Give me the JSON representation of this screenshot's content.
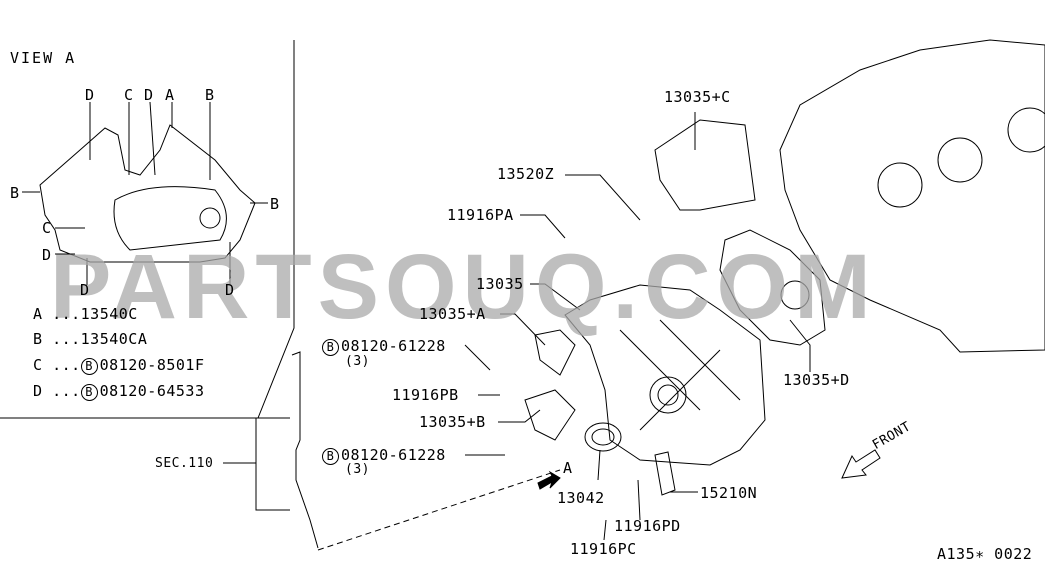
{
  "view_label": "VIEW A",
  "watermark": "PARTSOUQ.COM",
  "view_markers": [
    "D",
    "C",
    "D",
    "A",
    "B",
    "B",
    "B",
    "C",
    "D",
    "D",
    "D"
  ],
  "legend": [
    {
      "key": "A",
      "dots": "...",
      "part": "13540C"
    },
    {
      "key": "B",
      "dots": "...",
      "part": "13540CA"
    },
    {
      "key": "C",
      "dots": "...",
      "badge": "B",
      "part": "08120-8501F"
    },
    {
      "key": "D",
      "dots": "...",
      "badge": "B",
      "part": "08120-64533"
    }
  ],
  "callouts": {
    "c13035C": "13035+C",
    "c13520Z": "13520Z",
    "c11916PA": "11916PA",
    "c13035": "13035",
    "c13035A": "13035+A",
    "bolt1": {
      "badge": "B",
      "part": "08120-61228",
      "qty": "(3)"
    },
    "c11916PB": "11916PB",
    "c13035B": "13035+B",
    "bolt2": {
      "badge": "B",
      "part": "08120-61228",
      "qty": "(3)"
    },
    "sec": "SEC.110",
    "arrowA": "A",
    "c13042": "13042",
    "c15210N": "15210N",
    "c11916PD": "11916PD",
    "c11916PC": "11916PC",
    "c13035D": "13035+D",
    "front": "FRONT"
  },
  "diagram_code": "A135∗ 0022"
}
